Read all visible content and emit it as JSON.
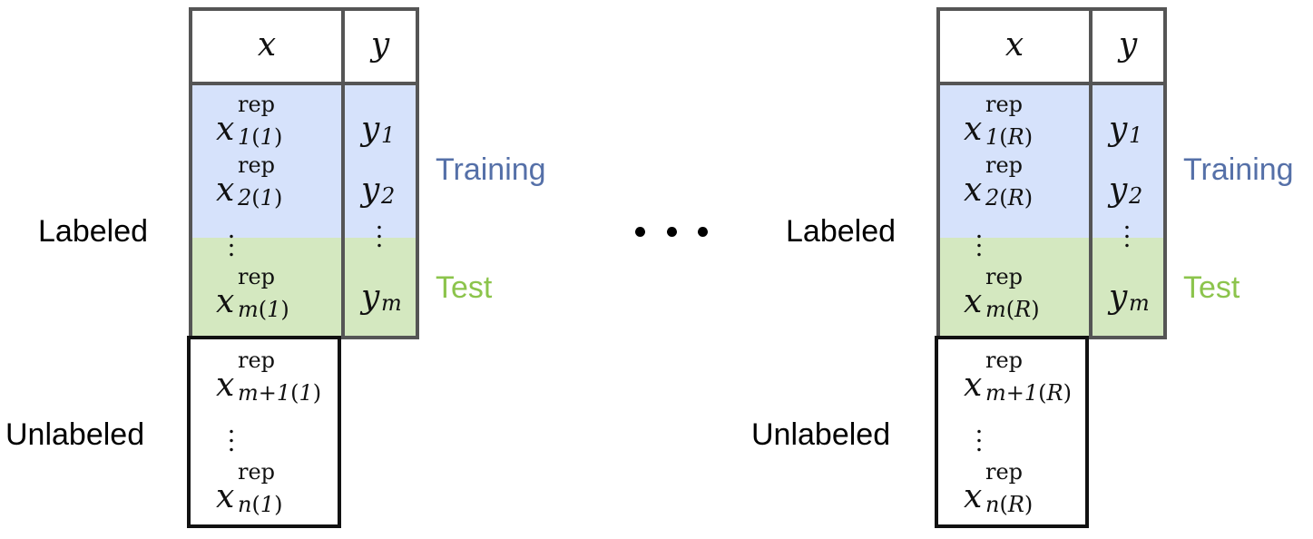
{
  "left_panel": {
    "header_x": "x",
    "header_y": "y",
    "rows": {
      "r1": {
        "var": "x",
        "sup": "rep",
        "sub_idx": "1",
        "sub_rep": "1"
      },
      "r2": {
        "var": "x",
        "sup": "rep",
        "sub_idx": "2",
        "sub_rep": "1"
      },
      "rm": {
        "var": "x",
        "sup": "rep",
        "sub_idx": "m",
        "sub_rep": "1"
      },
      "rm1": {
        "var": "x",
        "sup": "rep",
        "sub_idx": "m+1",
        "sub_rep": "1"
      },
      "rn": {
        "var": "x",
        "sup": "rep",
        "sub_idx": "n",
        "sub_rep": "1"
      }
    },
    "ys": {
      "y1": {
        "var": "y",
        "sub": "1"
      },
      "y2": {
        "var": "y",
        "sub": "2"
      },
      "ym": {
        "var": "y",
        "sub": "m"
      }
    },
    "labeled": "Labeled",
    "unlabeled": "Unlabeled",
    "training": "Training",
    "test": "Test"
  },
  "right_panel": {
    "header_x": "x",
    "header_y": "y",
    "rows": {
      "r1": {
        "var": "x",
        "sup": "rep",
        "sub_idx": "1",
        "sub_rep": "R"
      },
      "r2": {
        "var": "x",
        "sup": "rep",
        "sub_idx": "2",
        "sub_rep": "R"
      },
      "rm": {
        "var": "x",
        "sup": "rep",
        "sub_idx": "m",
        "sub_rep": "R"
      },
      "rm1": {
        "var": "x",
        "sup": "rep",
        "sub_idx": "m+1",
        "sub_rep": "R"
      },
      "rn": {
        "var": "x",
        "sup": "rep",
        "sub_idx": "n",
        "sub_rep": "R"
      }
    },
    "ys": {
      "y1": {
        "var": "y",
        "sub": "1"
      },
      "y2": {
        "var": "y",
        "sub": "2"
      },
      "ym": {
        "var": "y",
        "sub": "m"
      }
    },
    "labeled": "Labeled",
    "unlabeled": "Unlabeled",
    "training": "Training",
    "test": "Test"
  },
  "colors": {
    "training_fill": "#d6e2fb",
    "test_fill": "#d4e8c0",
    "training_text": "#5570a8",
    "test_text": "#8cc44c",
    "grid_border": "#555555",
    "unlabeled_border": "#111111"
  }
}
